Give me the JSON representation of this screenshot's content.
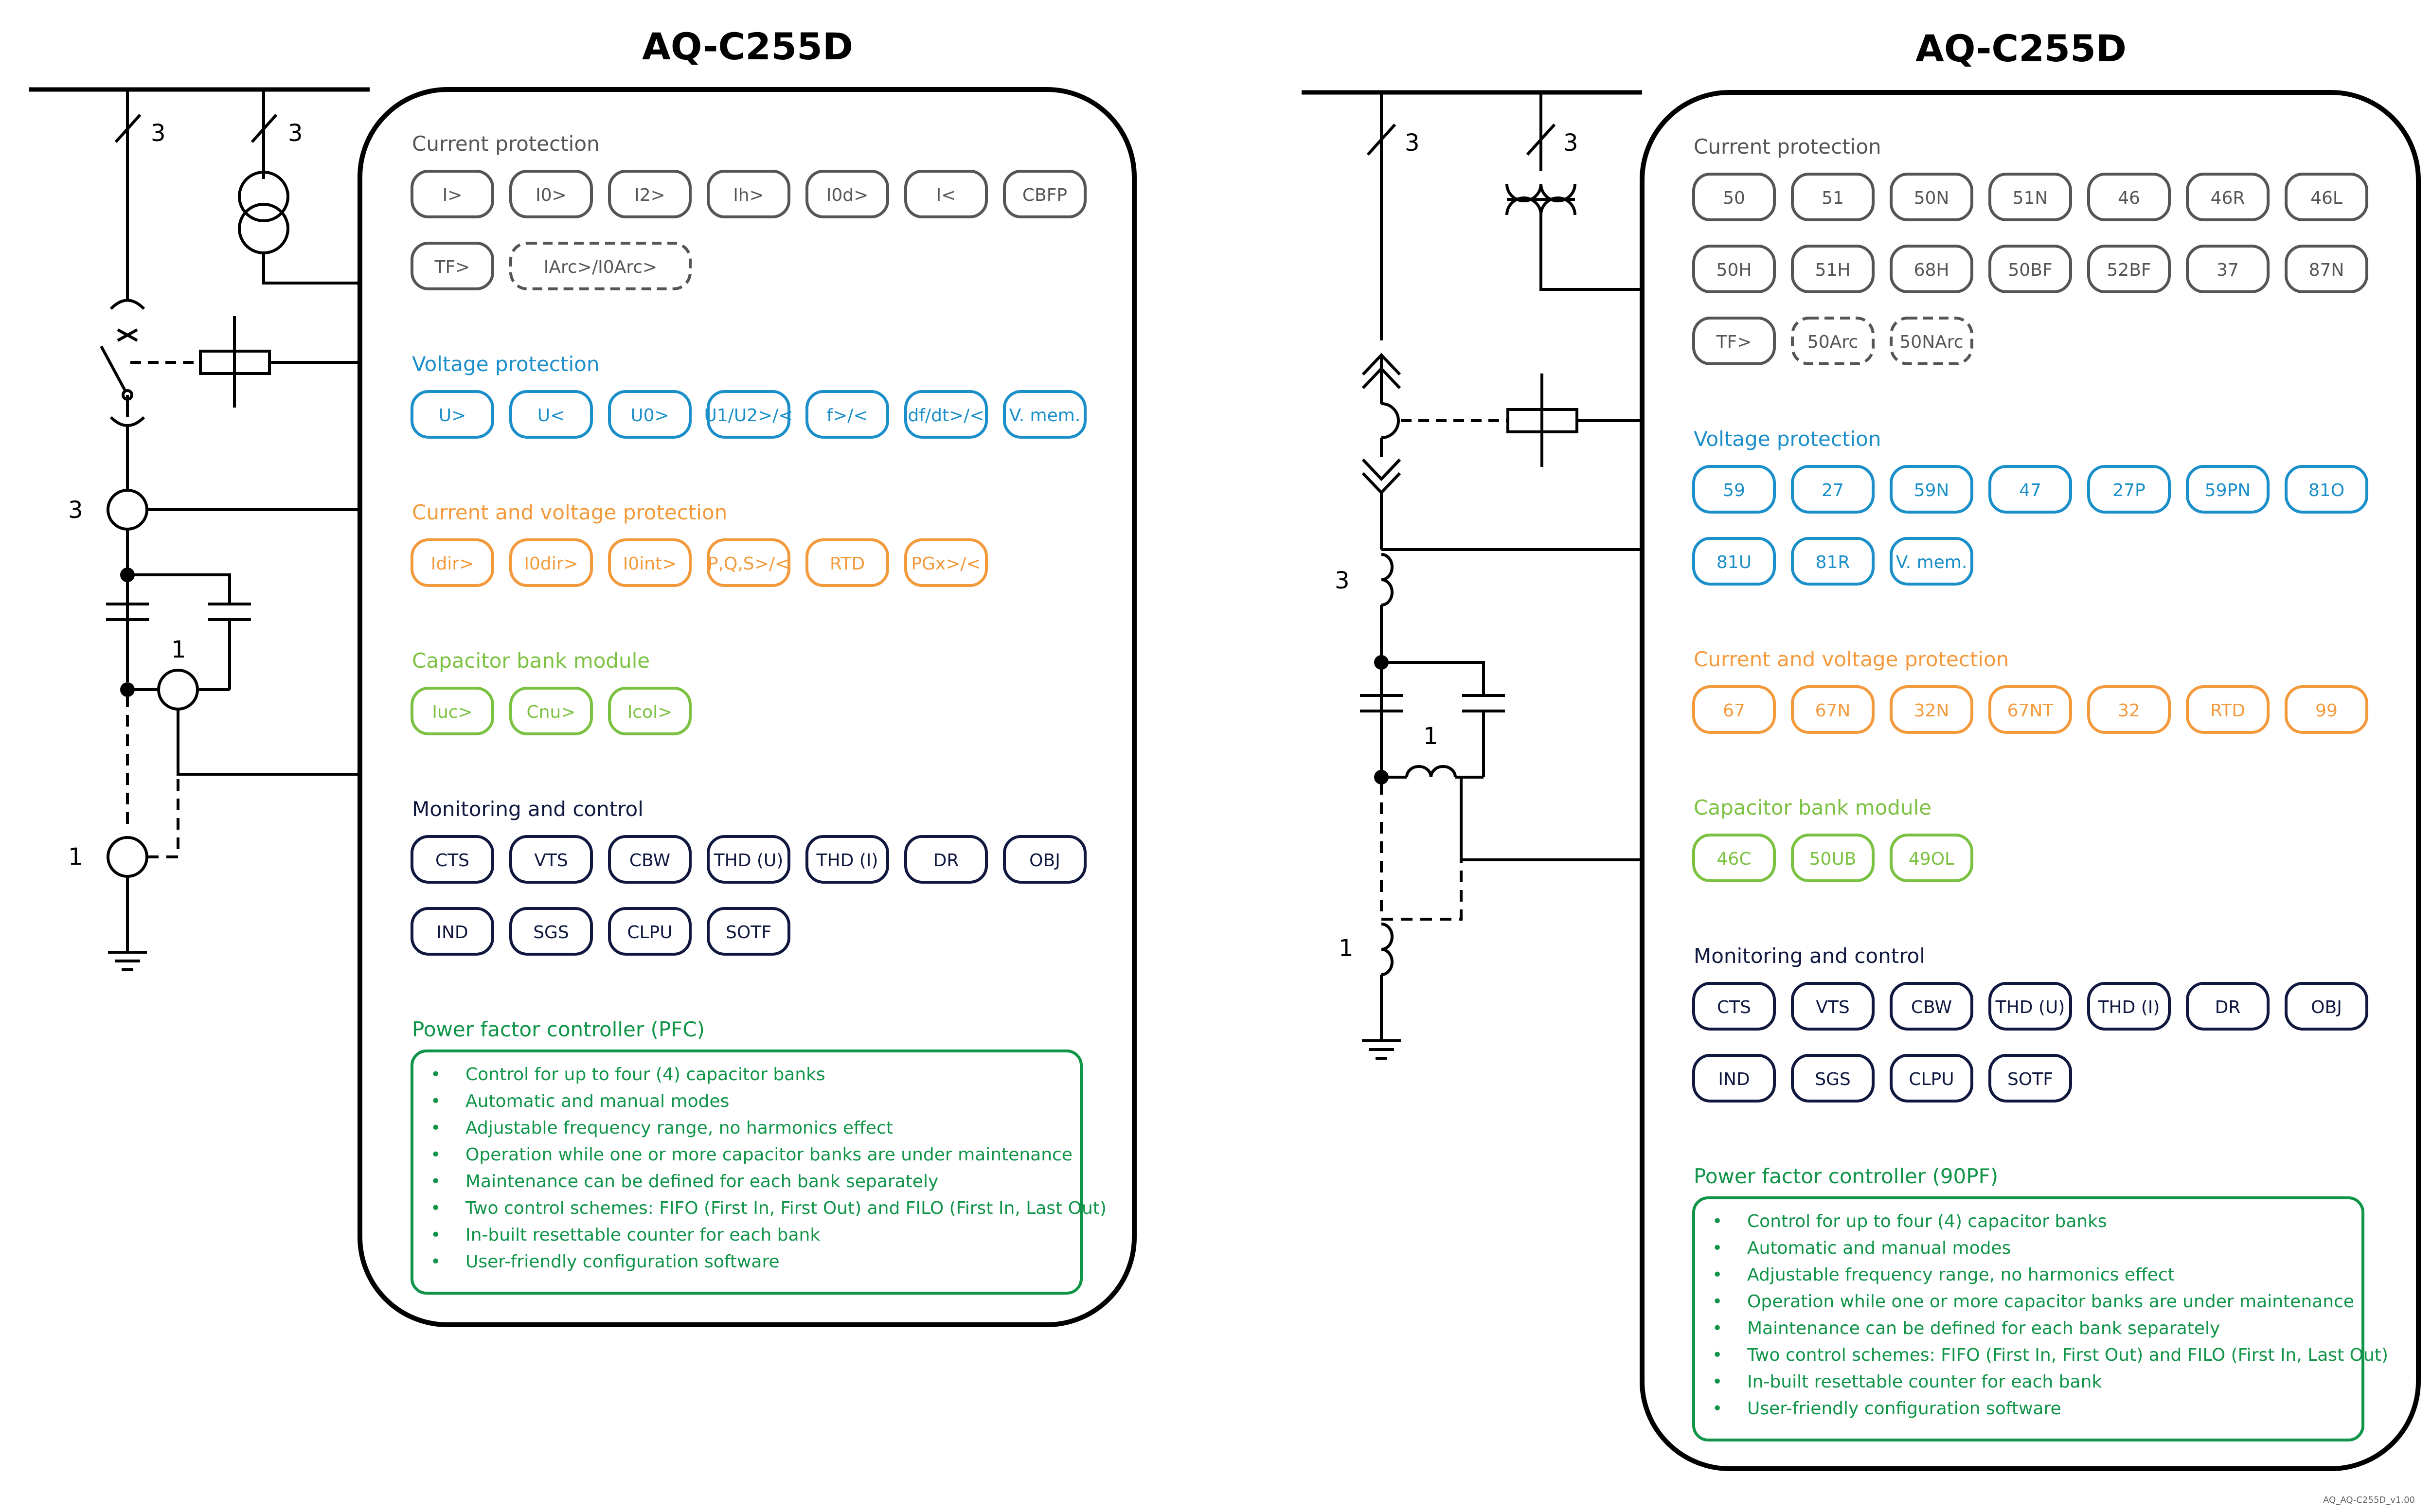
{
  "colors": {
    "gray": "#555555",
    "blue": "#1b8fc9",
    "orange": "#f39a3c",
    "lightgreen": "#7cc242",
    "navy": "#101840",
    "green": "#0f9448",
    "black": "#000000"
  },
  "left": {
    "title": "AQ-C255D",
    "diagram_labels": [
      "3",
      "3",
      "3",
      "1",
      "1"
    ],
    "sections": [
      {
        "title": "Current protection",
        "color": "gray",
        "rows": [
          [
            "I>",
            "I0>",
            "I2>",
            "Ih>",
            "I0d>",
            "I<",
            "CBFP"
          ],
          [
            "TF>",
            {
              "t": "IArc>/I0Arc>",
              "dashed": true,
              "wide": true
            }
          ]
        ]
      },
      {
        "title": "Voltage protection",
        "color": "blue",
        "rows": [
          [
            "U>",
            "U<",
            "U0>",
            "U1/U2>/<",
            "f>/<",
            "df/dt>/<",
            "V. mem."
          ]
        ]
      },
      {
        "title": "Current and voltage protection",
        "color": "orange",
        "rows": [
          [
            "Idir>",
            "I0dir>",
            "I0int>",
            "P,Q,S>/<",
            "RTD",
            "PGx>/<"
          ]
        ]
      },
      {
        "title": "Capacitor bank module",
        "color": "lightgreen",
        "rows": [
          [
            "Iuc>",
            "Cnu>",
            "Icol>"
          ]
        ]
      },
      {
        "title": "Monitoring and control",
        "color": "navy",
        "rows": [
          [
            "CTS",
            "VTS",
            "CBW",
            "THD (U)",
            "THD (I)",
            "DR",
            "OBJ"
          ],
          [
            "IND",
            "SGS",
            "CLPU",
            "SOTF"
          ]
        ]
      }
    ],
    "pfc_title": "Power factor controller (PFC)",
    "pfc_items": [
      "Control for up to four (4) capacitor banks",
      "Automatic and manual modes",
      "Adjustable frequency range, no harmonics effect",
      "Operation while one or more capacitor banks are under maintenance",
      "Maintenance can be defined for each bank separately",
      "Two control schemes: FIFO (First In, First Out) and FILO (First In, Last Out)",
      "In-built resettable counter for each bank",
      "User-friendly configuration software"
    ]
  },
  "right": {
    "title": "AQ-C255D",
    "diagram_labels": [
      "3",
      "3",
      "3",
      "1",
      "1"
    ],
    "sections": [
      {
        "title": "Current protection",
        "color": "gray",
        "rows": [
          [
            "50",
            "51",
            "50N",
            "51N",
            "46",
            "46R",
            "46L"
          ],
          [
            "50H",
            "51H",
            "68H",
            "50BF",
            "52BF",
            "37",
            "87N"
          ],
          [
            "TF>",
            {
              "t": "50Arc",
              "dashed": true
            },
            {
              "t": "50NArc",
              "dashed": true
            }
          ]
        ]
      },
      {
        "title": "Voltage protection",
        "color": "blue",
        "rows": [
          [
            "59",
            "27",
            "59N",
            "47",
            "27P",
            "59PN",
            "81O"
          ],
          [
            "81U",
            "81R",
            "V. mem."
          ]
        ]
      },
      {
        "title": "Current and voltage protection",
        "color": "orange",
        "rows": [
          [
            "67",
            "67N",
            "32N",
            "67NT",
            "32",
            "RTD",
            "99"
          ]
        ]
      },
      {
        "title": "Capacitor bank module",
        "color": "lightgreen",
        "rows": [
          [
            "46C",
            "50UB",
            "49OL"
          ]
        ]
      },
      {
        "title": "Monitoring and control",
        "color": "navy",
        "rows": [
          [
            "CTS",
            "VTS",
            "CBW",
            "THD (U)",
            "THD (I)",
            "DR",
            "OBJ"
          ],
          [
            "IND",
            "SGS",
            "CLPU",
            "SOTF"
          ]
        ]
      }
    ],
    "pfc_title": "Power factor controller (90PF)",
    "pfc_items": [
      "Control for up to four (4) capacitor banks",
      "Automatic and manual modes",
      "Adjustable frequency range, no harmonics effect",
      "Operation while one or more capacitor banks are under maintenance",
      "Maintenance can be defined for each bank separately",
      "Two control schemes: FIFO (First In, First Out) and FILO (First In, Last Out)",
      "In-built resettable counter for each bank",
      "User-friendly configuration software"
    ]
  },
  "footer_code": "AQ_AQ-C255D_v1.00"
}
